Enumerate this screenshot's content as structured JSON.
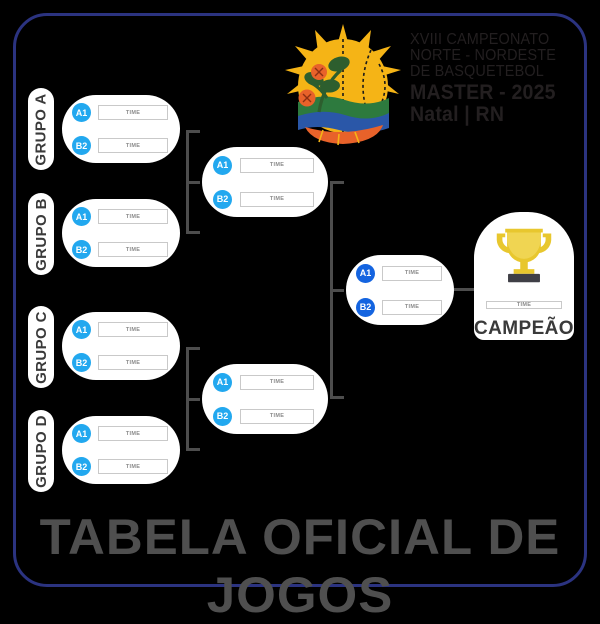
{
  "theme": {
    "background": "#000000",
    "frame_border": "#2b3380",
    "badge_blue": "#22a8ef",
    "badge_blue_final": "#1464e0",
    "connector_gray": "#4d4d4d",
    "text_gray": "#4f4f4f",
    "trophy_gold": "#e8c72e"
  },
  "header": {
    "logo_name": "championship-emblem-icon",
    "lines": [
      "XVIII CAMPEONATO",
      "NORTE - NORDESTE",
      "DE BASQUETEBOL"
    ],
    "edition": "MASTER - 2025",
    "city": "Natal | RN"
  },
  "footer": {
    "title": "TABELA OFICIAL DE JOGOS"
  },
  "bracket": {
    "time_placeholder": "TIME",
    "groups": [
      {
        "label": "GRUPO A",
        "slots": [
          {
            "seed": "A1",
            "team": "TIME"
          },
          {
            "seed": "B2",
            "team": "TIME"
          }
        ]
      },
      {
        "label": "GRUPO B",
        "slots": [
          {
            "seed": "A1",
            "team": "TIME"
          },
          {
            "seed": "B2",
            "team": "TIME"
          }
        ]
      },
      {
        "label": "GRUPO C",
        "slots": [
          {
            "seed": "A1",
            "team": "TIME"
          },
          {
            "seed": "B2",
            "team": "TIME"
          }
        ]
      },
      {
        "label": "GRUPO D",
        "slots": [
          {
            "seed": "A1",
            "team": "TIME"
          },
          {
            "seed": "B2",
            "team": "TIME"
          }
        ]
      }
    ],
    "semifinals": [
      {
        "slots": [
          {
            "seed": "A1",
            "team": "TIME"
          },
          {
            "seed": "B2",
            "team": "TIME"
          }
        ]
      },
      {
        "slots": [
          {
            "seed": "A1",
            "team": "TIME"
          },
          {
            "seed": "B2",
            "team": "TIME"
          }
        ]
      }
    ],
    "final": {
      "slots": [
        {
          "seed": "A1",
          "team": "TIME"
        },
        {
          "seed": "B2",
          "team": "TIME"
        }
      ]
    },
    "champion": {
      "label": "CAMPEÃO",
      "team": "TIME",
      "trophy_icon": "trophy-icon"
    }
  }
}
